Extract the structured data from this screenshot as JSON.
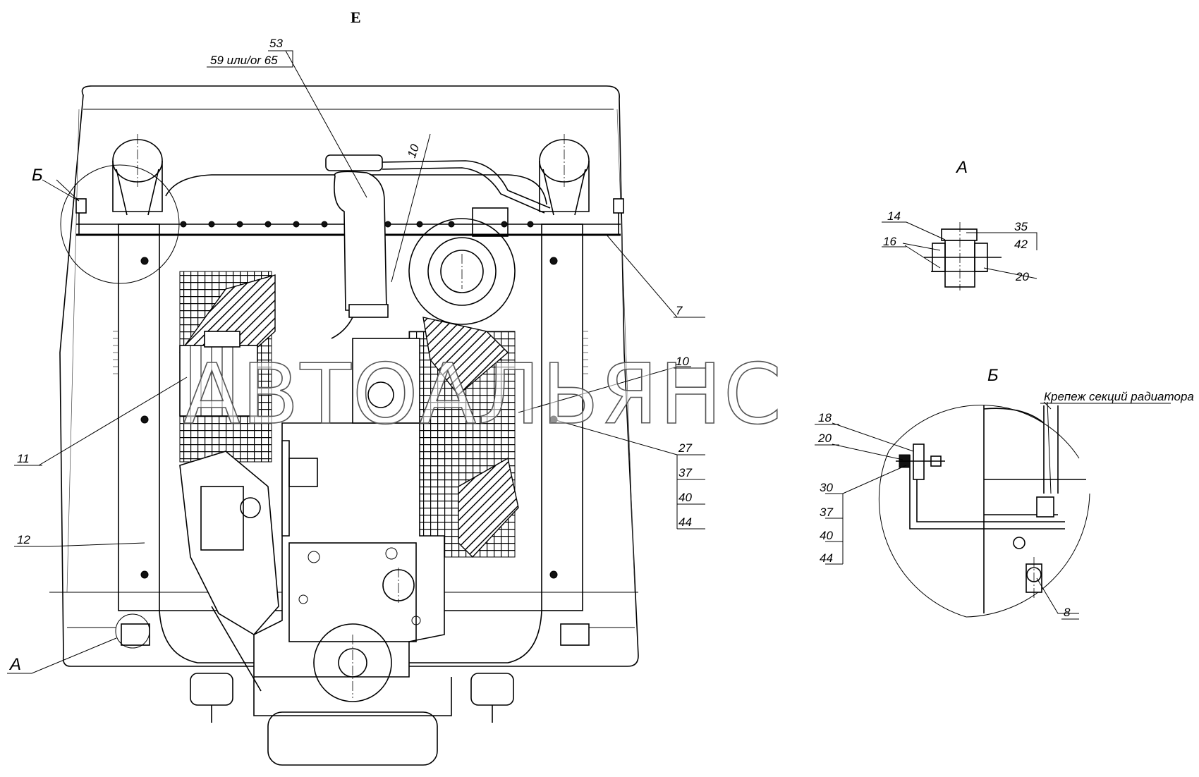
{
  "view_title": "Е",
  "callouts": {
    "c53": "53",
    "c59": "59 или/or 65",
    "c10_top": "10",
    "c7": "7",
    "c10_mid": "10",
    "c27": "27",
    "c37_main": "37",
    "c40_main": "40",
    "c44_main": "44",
    "c11": "11",
    "c12": "12",
    "b_left": "Б",
    "a_left": "А"
  },
  "detail_a": {
    "title": "А",
    "c14": "14",
    "c16": "16",
    "c35": "35",
    "c42": "42",
    "c20": "20"
  },
  "detail_b": {
    "title": "Б",
    "caption": "Крепеж секций радиатора",
    "c18": "18",
    "c20": "20",
    "c30": "30",
    "c37": "37",
    "c40": "40",
    "c44": "44",
    "c8": "8"
  },
  "watermark": "АВТОАЛЬЯНС"
}
